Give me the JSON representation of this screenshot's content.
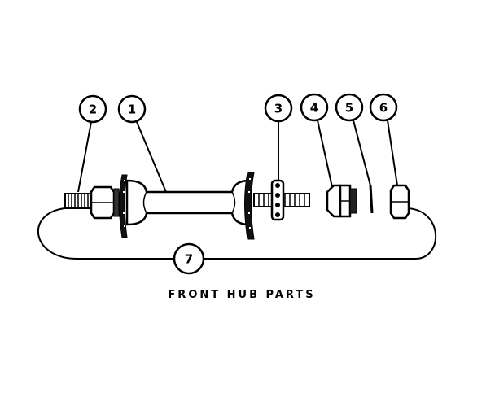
{
  "diagram": {
    "caption": "FRONT HUB PARTS",
    "callouts": [
      {
        "id": "1",
        "part": "axle"
      },
      {
        "id": "2",
        "part": "left-nut"
      },
      {
        "id": "3",
        "part": "cone-locknut"
      },
      {
        "id": "4",
        "part": "cone"
      },
      {
        "id": "5",
        "part": "washer"
      },
      {
        "id": "6",
        "part": "right-nut"
      },
      {
        "id": "7",
        "part": "complete-hub-assembly"
      }
    ]
  }
}
